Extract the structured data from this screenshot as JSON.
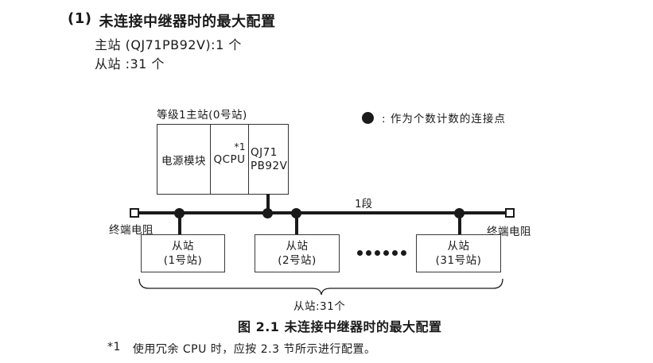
{
  "colors": {
    "ink": "#1a1a1a",
    "background": "#ffffff",
    "box_border": "#333333"
  },
  "heading": {
    "number": "(1)",
    "title": "未连接中继器时的最大配置"
  },
  "spec_lines": {
    "master": "主站 (QJ71PB92V):1 个",
    "slave": "从站 :31 个"
  },
  "legend": {
    "symbol": "connection-point-dot",
    "text": ":  作为个数计数的连接点"
  },
  "master_station": {
    "label": "等级1主站(0号站)",
    "power_module": "电源模块",
    "cpu": "QCPU",
    "cpu_note_ref": "*1",
    "module_line1": "QJ71",
    "module_line2": "PB92V"
  },
  "bus": {
    "segment_label": "1段",
    "terminator_left": "终端电阻",
    "terminator_right": "终端电阻"
  },
  "slaves": {
    "stations": [
      {
        "line1": "从站",
        "line2": "(1号站)"
      },
      {
        "line1": "从站",
        "line2": "(2号站)"
      },
      {
        "line1": "从站",
        "line2": "(31号站)"
      }
    ],
    "count_label": "从站:31个"
  },
  "caption": "图 2.1 未连接中继器时的最大配置",
  "footnote": {
    "marker": "*1",
    "text": "使用冗余 CPU 时，应按 2.3 节所示进行配置。"
  }
}
